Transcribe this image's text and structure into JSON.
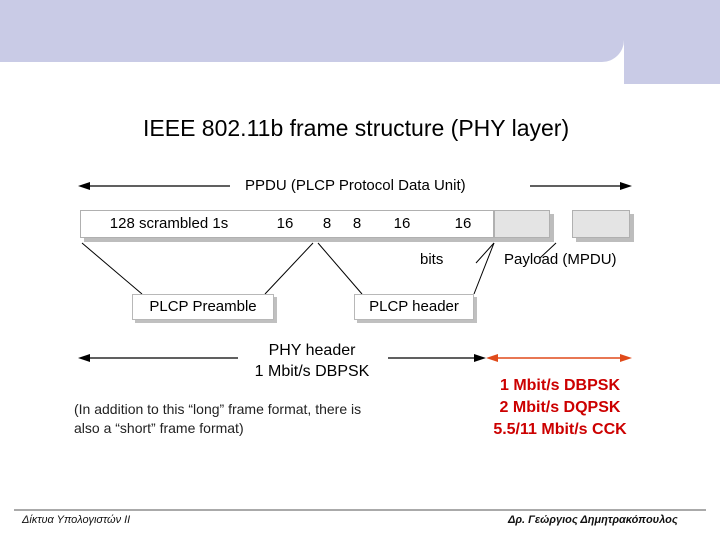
{
  "title": "IEEE 802.11b frame structure (PHY layer)",
  "ppdu_label": "PPDU (PLCP Protocol Data Unit)",
  "fields": [
    {
      "label": "128 scrambled 1s"
    },
    {
      "label": "16"
    },
    {
      "label": "8"
    },
    {
      "label": "8"
    },
    {
      "label": "16"
    },
    {
      "label": "16"
    }
  ],
  "bits_label": "bits",
  "payload_label": "Payload (MPDU)",
  "plcp_preamble_label": "PLCP Preamble",
  "plcp_header_label": "PLCP header",
  "phy_header_line1": "PHY header",
  "phy_header_line2": "1 Mbit/s DBPSK",
  "note_line1": "(In addition to this “long” frame format, there is",
  "note_line2": "also a “short” frame format)",
  "rates": [
    "1 Mbit/s DBPSK",
    "2 Mbit/s DQPSK",
    "5.5/11 Mbit/s CCK"
  ],
  "footer_left": "Δίκτυα Υπολογιστών II",
  "footer_right": "Δρ. Γεώργιος Δημητρακόπουλος",
  "colors": {
    "banner": "#c9cbe6",
    "rate_text": "#cc0000",
    "rate_arrow": "#e04a1a",
    "footer_line": "#555555"
  }
}
